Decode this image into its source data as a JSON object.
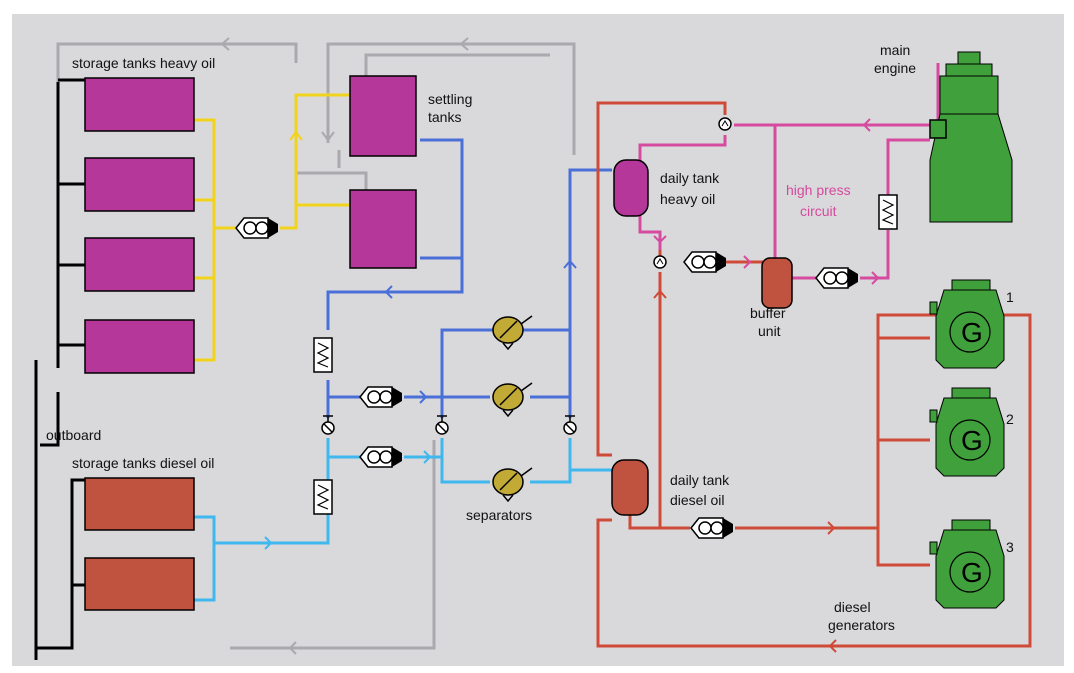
{
  "labels": {
    "storage_heavy": "storage tanks heavy oil",
    "settling_1": "settling",
    "settling_2": "tanks",
    "main_engine_1": "main",
    "main_engine_2": "engine",
    "daily_heavy_1": "daily tank",
    "daily_heavy_2": "heavy oil",
    "high_press_1": "high press",
    "high_press_2": "circuit",
    "buffer_1": "buffer",
    "buffer_2": "unit",
    "outboard": "outboard",
    "storage_diesel": "storage tanks diesel oil",
    "separators": "separators",
    "daily_diesel_1": "daily tank",
    "daily_diesel_2": "diesel oil",
    "diesel_gen_1": "diesel",
    "diesel_gen_2": "generators",
    "gen_1": "1",
    "gen_2": "2",
    "gen_3": "3"
  },
  "colors": {
    "background": "#d9d9dc",
    "heavy_tank": "#b5379a",
    "diesel_tank": "#c0533f",
    "return_line": "#a9a9ae",
    "transfer_line": "#f2d31b",
    "heavy_line": "#4a6fd6",
    "diesel_line": "#3fb8ee",
    "supply_line": "#cf4a37",
    "high_press_line": "#d64aa0",
    "engine": "#3fa03c",
    "separator": "#c2aa36",
    "text_pink": "#d6489c"
  },
  "icons": {
    "pump": "gear-pump-icon",
    "valve": "valve-icon",
    "heater": "heater-icon",
    "separator": "separator-icon",
    "generator": "generator-icon",
    "engine": "engine-icon"
  }
}
